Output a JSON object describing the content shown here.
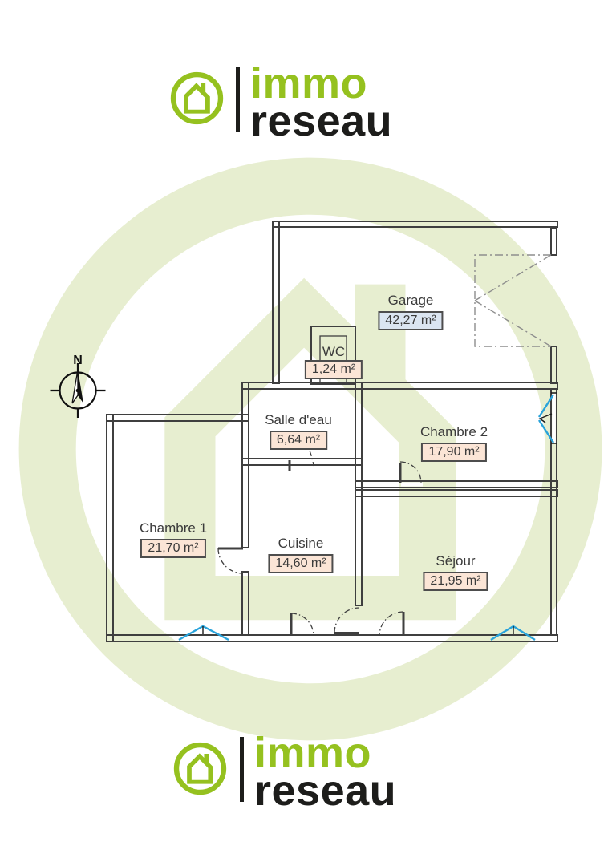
{
  "header_logo": {
    "line1": "immo",
    "line2": "reseau"
  },
  "footer_logo": {
    "line1": "immo",
    "line2": "reseau"
  },
  "compass": {
    "north_label": "N"
  },
  "rooms": [
    {
      "id": "garage",
      "name": "Garage",
      "area": "42,27 m²"
    },
    {
      "id": "wc",
      "name": "WC",
      "area": "1,24 m²"
    },
    {
      "id": "salle-deau",
      "name": "Salle d'eau",
      "area": "6,64 m²"
    },
    {
      "id": "chambre-2",
      "name": "Chambre 2",
      "area": "17,90 m²"
    },
    {
      "id": "chambre-1",
      "name": "Chambre 1",
      "area": "21,70 m²"
    },
    {
      "id": "cuisine",
      "name": "Cuisine",
      "area": "14,60 m²"
    },
    {
      "id": "sejour",
      "name": "Séjour",
      "area": "21,95 m²"
    }
  ],
  "colors": {
    "accent-green": "#95c11f",
    "watermark-green": "#e7eed0",
    "wall-color": "#3f3f3f",
    "window-blue": "#29a3db",
    "text-color": "#3b3b3b",
    "room-box-fill": "#fbe5d6",
    "garage-box-fill": "#dbe5f1",
    "logo-black": "#1d1d1b"
  }
}
